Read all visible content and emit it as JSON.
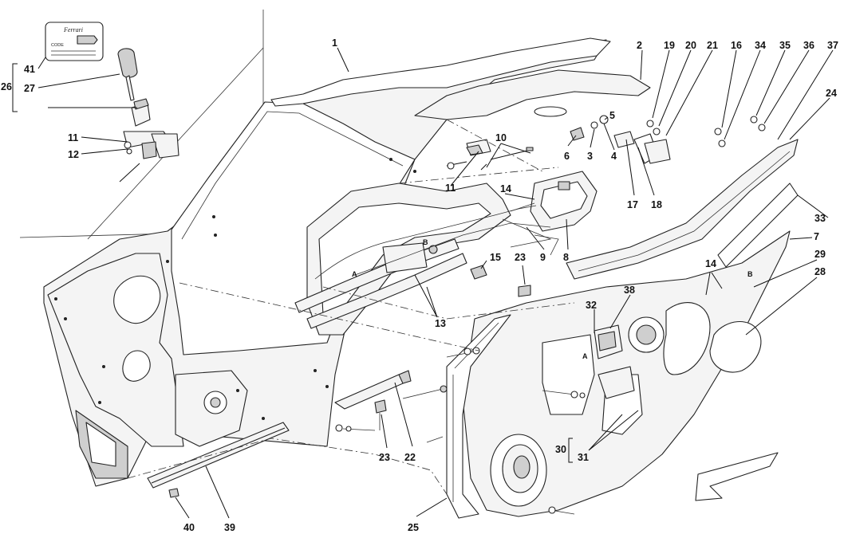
{
  "key_tag": {
    "brand": "Ferrari",
    "code_label": "CODE"
  },
  "callouts": [
    {
      "id": "c1",
      "label": "1"
    },
    {
      "id": "c2",
      "label": "2"
    },
    {
      "id": "c3",
      "label": "3"
    },
    {
      "id": "c4",
      "label": "4"
    },
    {
      "id": "c5",
      "label": "5"
    },
    {
      "id": "c6",
      "label": "6"
    },
    {
      "id": "c7",
      "label": "7"
    },
    {
      "id": "c8",
      "label": "8"
    },
    {
      "id": "c9",
      "label": "9"
    },
    {
      "id": "c10",
      "label": "10"
    },
    {
      "id": "c11a",
      "label": "11"
    },
    {
      "id": "c11b",
      "label": "11"
    },
    {
      "id": "c12",
      "label": "12"
    },
    {
      "id": "c13",
      "label": "13"
    },
    {
      "id": "c14a",
      "label": "14"
    },
    {
      "id": "c14b",
      "label": "14"
    },
    {
      "id": "c15",
      "label": "15"
    },
    {
      "id": "c16",
      "label": "16"
    },
    {
      "id": "c17",
      "label": "17"
    },
    {
      "id": "c18",
      "label": "18"
    },
    {
      "id": "c19",
      "label": "19"
    },
    {
      "id": "c20",
      "label": "20"
    },
    {
      "id": "c21",
      "label": "21"
    },
    {
      "id": "c22",
      "label": "22"
    },
    {
      "id": "c23a",
      "label": "23"
    },
    {
      "id": "c23b",
      "label": "23"
    },
    {
      "id": "c24",
      "label": "24"
    },
    {
      "id": "c25",
      "label": "25"
    },
    {
      "id": "c26",
      "label": "26"
    },
    {
      "id": "c27",
      "label": "27"
    },
    {
      "id": "c28",
      "label": "28"
    },
    {
      "id": "c29",
      "label": "29"
    },
    {
      "id": "c30",
      "label": "30"
    },
    {
      "id": "c31",
      "label": "31"
    },
    {
      "id": "c32",
      "label": "32"
    },
    {
      "id": "c33",
      "label": "33"
    },
    {
      "id": "c34",
      "label": "34"
    },
    {
      "id": "c35",
      "label": "35"
    },
    {
      "id": "c36",
      "label": "36"
    },
    {
      "id": "c37",
      "label": "37"
    },
    {
      "id": "c38",
      "label": "38"
    },
    {
      "id": "c39",
      "label": "39"
    },
    {
      "id": "c40",
      "label": "40"
    },
    {
      "id": "c41",
      "label": "41"
    }
  ],
  "connection_letters": {
    "a_left": "A",
    "b_left": "B",
    "a_right": "A",
    "b_right": "B"
  },
  "direction_arrow": "front-arrow-icon"
}
